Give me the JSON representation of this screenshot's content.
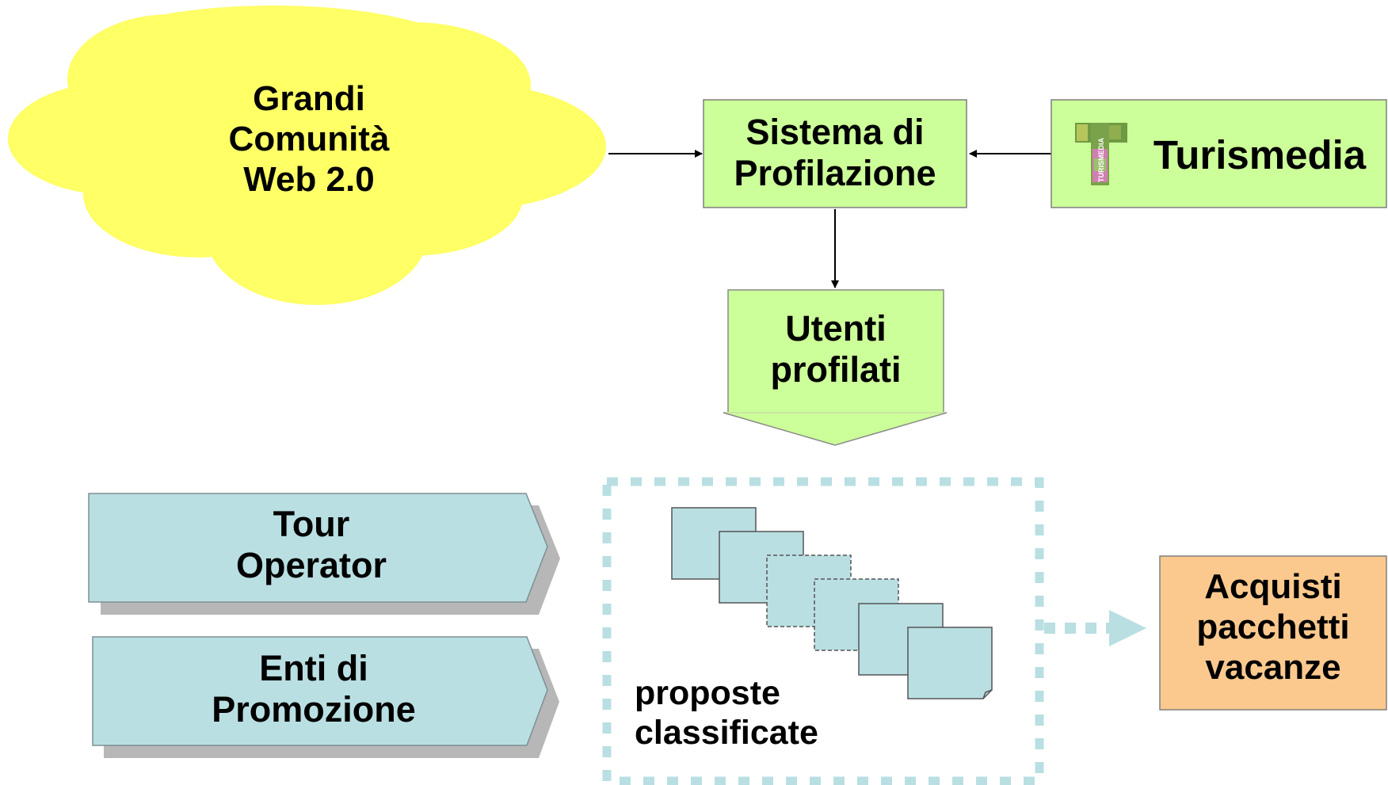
{
  "colors": {
    "cloud": "#ffff66",
    "green_box": "#ccff99",
    "teal_box": "#b9dfe2",
    "orange_box": "#fbc98e",
    "dotted_border": "#b9dfe2",
    "line": "#000000"
  },
  "cloud": {
    "lines": [
      "Grandi",
      "Comunità",
      "Web 2.0"
    ]
  },
  "profiling_box": {
    "lines": [
      "Sistema di",
      "Profilazione"
    ]
  },
  "turismedia_box": {
    "label": "Turismedia",
    "logo_letter": "T",
    "logo_vertical_text": "TURISMEDIA"
  },
  "profiled_users": {
    "lines": [
      "Utenti",
      "profilati"
    ]
  },
  "tour_operator": {
    "lines": [
      "Tour",
      "Operator"
    ]
  },
  "promotion_bodies": {
    "lines": [
      "Enti di",
      "Promozione"
    ]
  },
  "proposals": {
    "lines": [
      "proposte",
      "classificate"
    ]
  },
  "purchases": {
    "lines": [
      "Acquisti",
      "pacchetti",
      "vacanze"
    ]
  }
}
